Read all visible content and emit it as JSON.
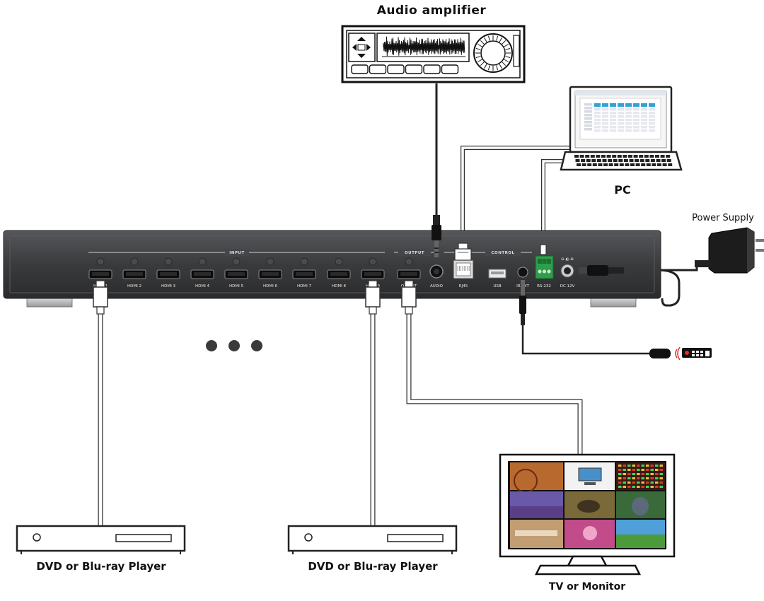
{
  "labels": {
    "audio_amplifier": "Audio amplifier",
    "pc": "PC",
    "power_supply": "Power Supply",
    "dvd_player_1": "DVD or Blu-ray Player",
    "dvd_player_2": "DVD or Blu-ray Player",
    "tv": "TV or Monitor"
  },
  "panel": {
    "section_input": "INPUT",
    "section_output": "OUTPUT",
    "section_control": "CONTROL",
    "hdmi_ports": [
      "HDMI 1",
      "HDMI 2",
      "HDMI 3",
      "HDMI 4",
      "HDMI 5",
      "HDMI 6",
      "HDMI 7",
      "HDMI 8",
      "HDMI 9"
    ],
    "output_port": "OUTPUT",
    "audio_port": "AUDIO",
    "rj45_port": "RJ45",
    "usb_port": "USB",
    "ir_port": "IR EXT",
    "rs232_port": "RS-232",
    "dc_port": "DC 12V"
  },
  "colors": {
    "panel": "#3a3b3d",
    "cable": "#222222",
    "rs232_terminal": "#2e9e4a",
    "remote_button": "#d9302a"
  },
  "icons": {
    "more_inputs": "ellipsis-dots"
  }
}
